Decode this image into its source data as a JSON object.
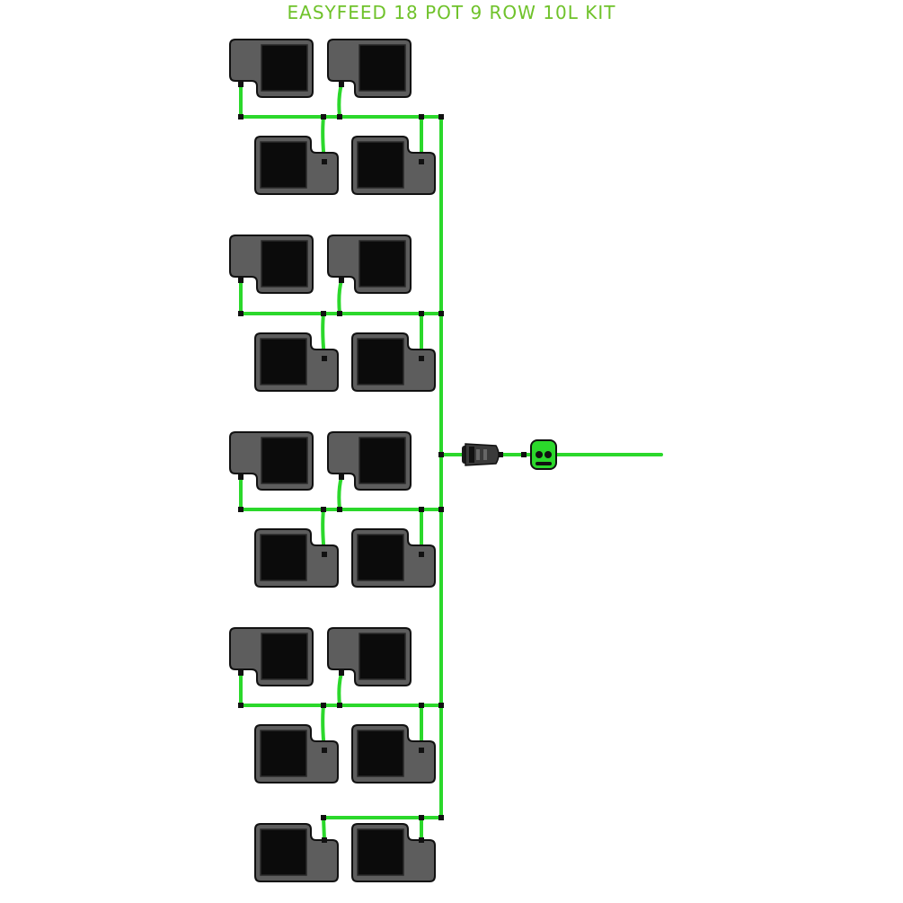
{
  "title": "EASYFEED 18 POT 9 ROW 10L KIT",
  "colors": {
    "tube": "#2bd82b",
    "tube_dark": "#1c9a1c",
    "title": "#6fc22a",
    "pot_body": "#5d5d5d",
    "pot_inner": "#0b0b0b",
    "connector": "#111111"
  },
  "components": {
    "pot_count": 18,
    "row_count": 9,
    "pot_size": "10L",
    "filter_icon": "filter-icon",
    "valve_icon": "flow-valve-icon"
  }
}
